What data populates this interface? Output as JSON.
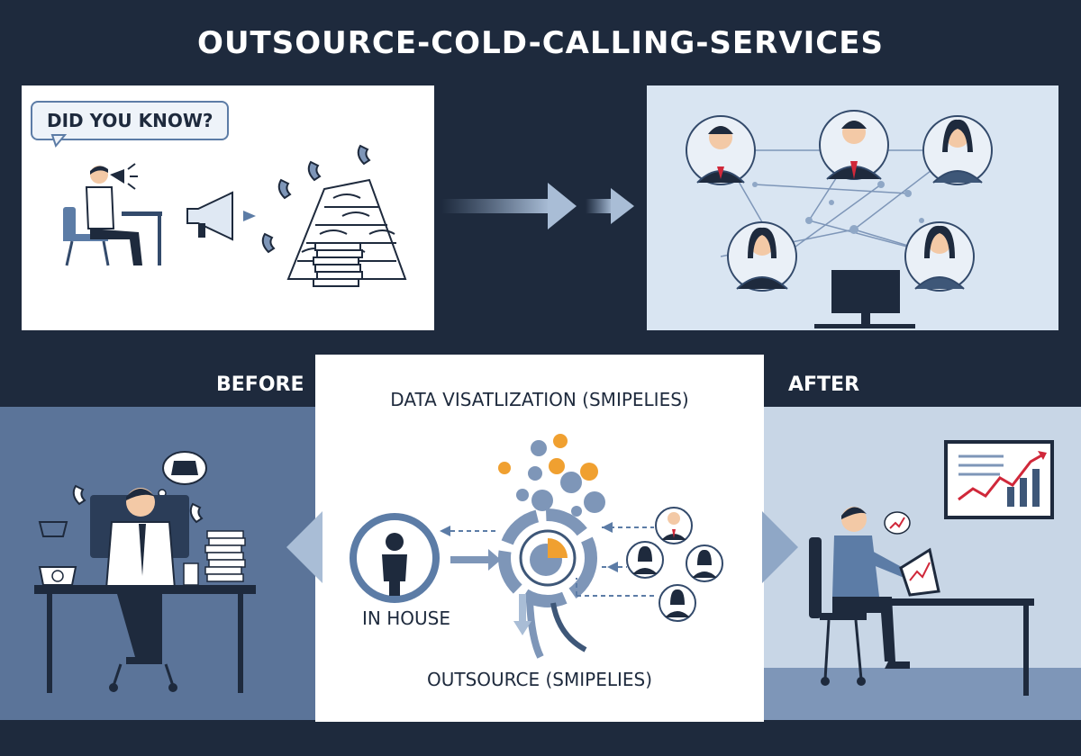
{
  "title": "OUTSOURCE-COLD-CALLING-SERVICES",
  "bubble_text": "DID YOU KNOW?",
  "before_label": "BEFORE",
  "after_label": "AFTER",
  "center": {
    "heading": "DATA VISATLIZATION (SMIPELIES)",
    "in_house": "IN HOUSE",
    "outsource": "OUTSOURCE (SMIPELIES)"
  },
  "colors": {
    "navy": "#1e2a3d",
    "slate": "#5b7499",
    "light": "#d9e5f2",
    "accent_orange": "#f0a030",
    "accent_red": "#d0283a"
  }
}
